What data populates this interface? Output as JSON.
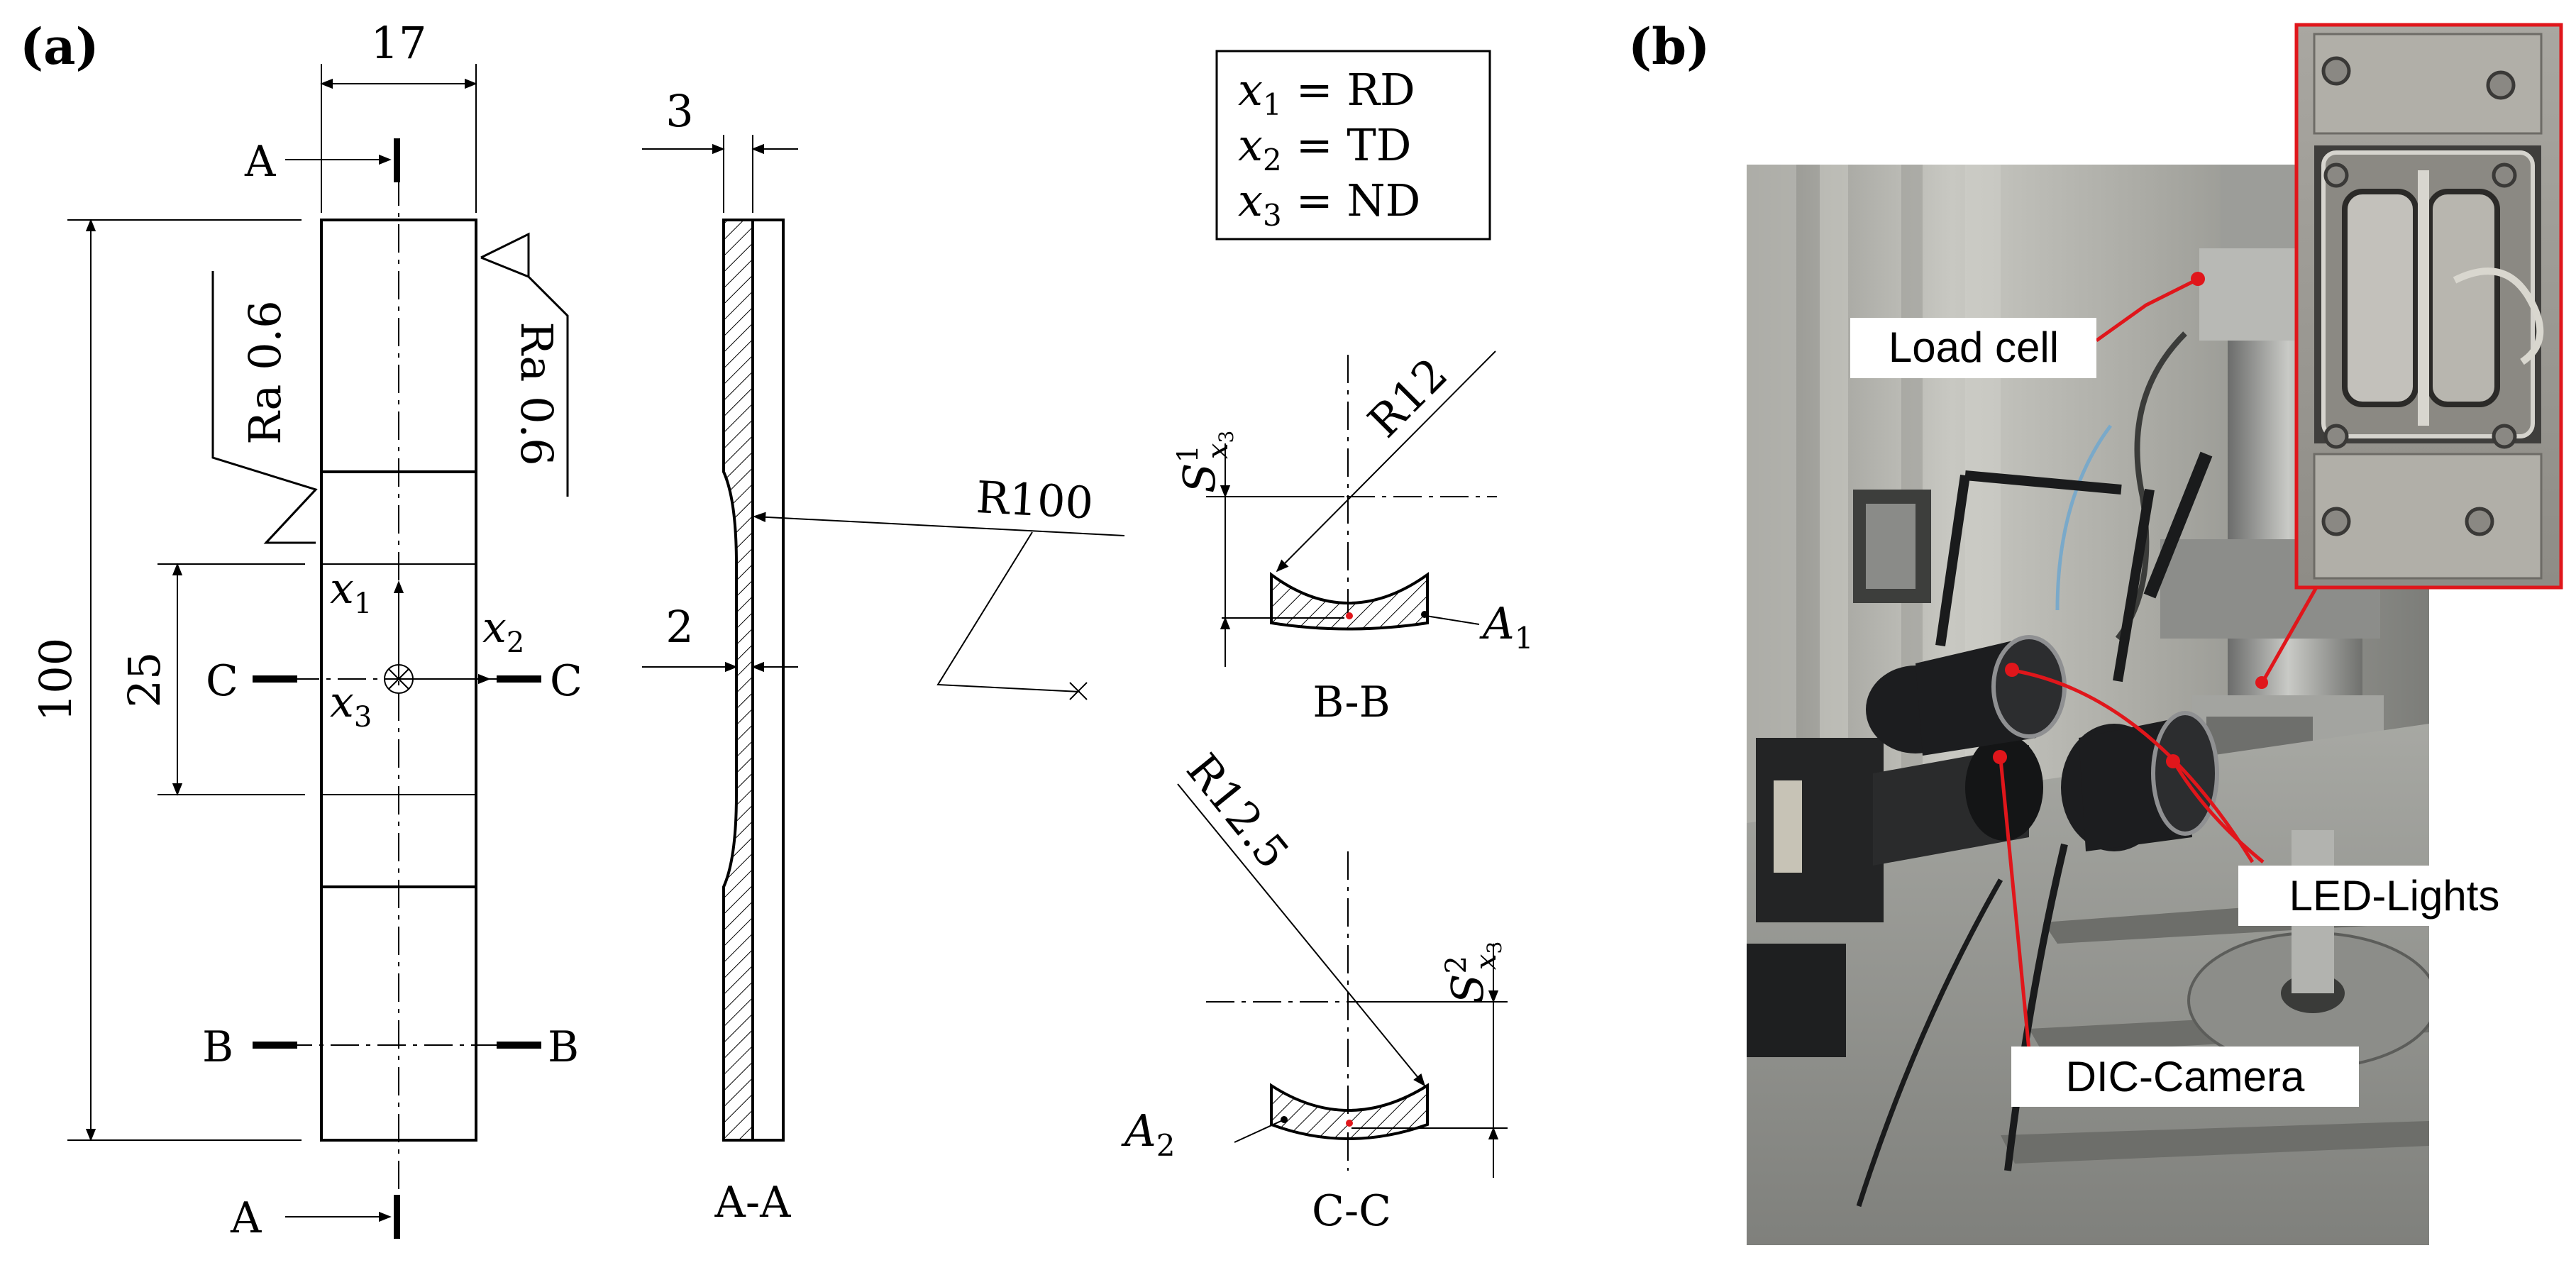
{
  "panel_a": {
    "label": "(a)",
    "dims": {
      "width": "17",
      "length": "100",
      "gauge_length": "25",
      "thickness": "3",
      "reduced_thickness": "2",
      "profile_radius": "R100",
      "bb_radius": "R12",
      "cc_radius": "R12.5"
    },
    "roughness": [
      "Ra 0.6",
      "Ra 0.6"
    ],
    "axes": {
      "x1": "x",
      "x1_sub": "1",
      "x2": "x",
      "x2_sub": "2",
      "x3": "x",
      "x3_sub": "3"
    },
    "section_marks": {
      "a": "A",
      "b": "B",
      "c": "C"
    },
    "section_titles": {
      "aa": "A-A",
      "bb": "B-B",
      "cc": "C-C"
    },
    "legend": [
      {
        "var": "x",
        "sub": "1",
        "eq": "= RD"
      },
      {
        "var": "x",
        "sub": "2",
        "eq": "= TD"
      },
      {
        "var": "x",
        "sub": "3",
        "eq": "= ND"
      }
    ],
    "bb": {
      "area": "A",
      "area_sub": "1",
      "sagitta": "S",
      "sagitta_sup": "1",
      "sagitta_sub": "x",
      "sagitta_sub_sub": "3"
    },
    "cc": {
      "area": "A",
      "area_sub": "2",
      "sagitta": "S",
      "sagitta_sup": "2",
      "sagitta_sub": "x",
      "sagitta_sub_sub": "3"
    }
  },
  "panel_b": {
    "label": "(b)",
    "callouts": {
      "load_cell": "Load cell",
      "led": "LED-Lights",
      "dic": "DIC-Camera"
    },
    "colors": {
      "callout": "#e0161b",
      "frame": "#5f5f5c",
      "plate": "#9a9b98",
      "bellows": "#1c1d1f"
    }
  }
}
